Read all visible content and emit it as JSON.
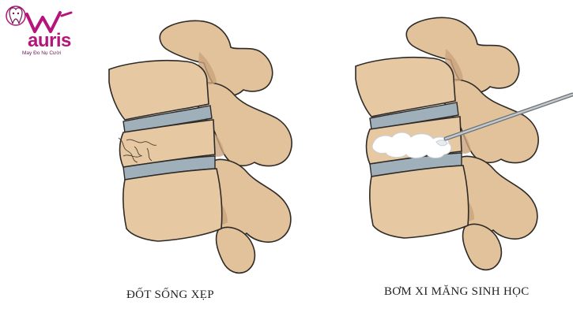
{
  "logo": {
    "brand": "auris",
    "tagline": "May Đo Nụ Cười",
    "brand_color": "#b5157a"
  },
  "panels": {
    "left": {
      "caption": "ĐỐT SỐNG XẸP"
    },
    "right": {
      "caption": "BƠM XI MĂNG SINH HỌC"
    }
  },
  "colors": {
    "bone": "#e6c9a3",
    "bone_dark": "#c9a27a",
    "outline": "#2e2a27",
    "disc": "#9fb0ba",
    "cement": "#ffffff"
  }
}
